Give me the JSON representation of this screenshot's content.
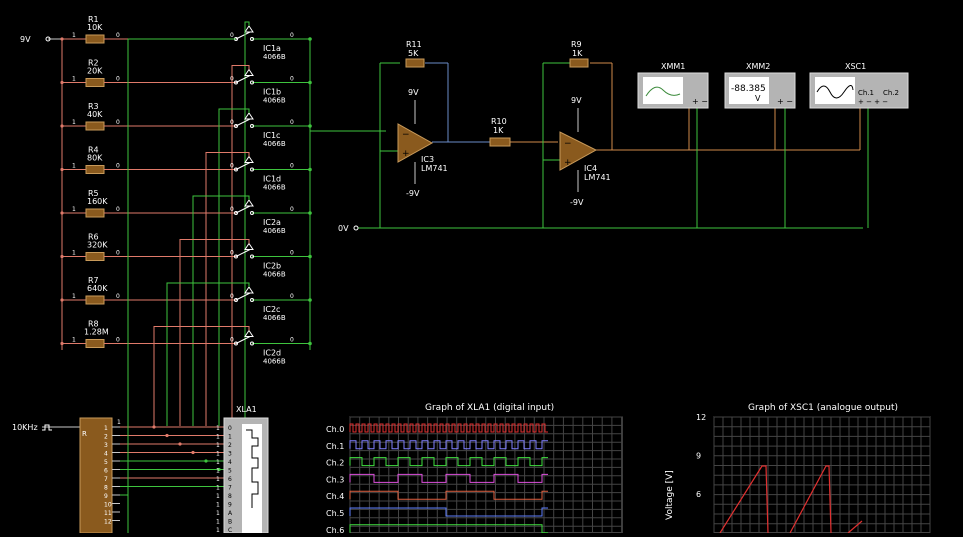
{
  "colors": {
    "background": "#000000",
    "wire_red": "#e07a6a",
    "wire_green": "#3ec43e",
    "wire_white": "#c8c8c8",
    "wire_blue": "#6a8cc8",
    "wire_orange": "#d08a4a",
    "resistor": "#8a5a1e",
    "opamp": "#8a5a1e",
    "chip": "#8a5a1e",
    "instrument": "#b4b4b4",
    "grid": "#888888",
    "trace_red": "#e03030"
  },
  "supply": {
    "vplus": "9V",
    "ground": "0V",
    "clock": "10KHz"
  },
  "resistors": [
    {
      "name": "R1",
      "value": "10K"
    },
    {
      "name": "R2",
      "value": "20K"
    },
    {
      "name": "R3",
      "value": "40K"
    },
    {
      "name": "R4",
      "value": "80K"
    },
    {
      "name": "R5",
      "value": "160K"
    },
    {
      "name": "R6",
      "value": "320K"
    },
    {
      "name": "R7",
      "value": "640K"
    },
    {
      "name": "R8",
      "value": "1.28M"
    }
  ],
  "switches": [
    {
      "name": "IC1a",
      "part": "4066B"
    },
    {
      "name": "IC1b",
      "part": "4066B"
    },
    {
      "name": "IC1c",
      "part": "4066B"
    },
    {
      "name": "IC1d",
      "part": "4066B"
    },
    {
      "name": "IC2a",
      "part": "4066B"
    },
    {
      "name": "IC2b",
      "part": "4066B"
    },
    {
      "name": "IC2c",
      "part": "4066B"
    },
    {
      "name": "IC2d",
      "part": "4066B"
    }
  ],
  "feedback": [
    {
      "name": "R11",
      "value": "5K"
    },
    {
      "name": "R9",
      "value": "1K"
    },
    {
      "name": "R10",
      "value": "1K"
    }
  ],
  "opamps": [
    {
      "name": "IC3",
      "part": "LM741",
      "vpos": "9V",
      "vneg": "-9V"
    },
    {
      "name": "IC4",
      "part": "LM741",
      "vpos": "9V",
      "vneg": "-9V"
    }
  ],
  "instruments": [
    {
      "name": "XMM1"
    },
    {
      "name": "XMM2",
      "readout": "-88.385",
      "unit": "V"
    },
    {
      "name": "XSC1",
      "ch1": "Ch.1",
      "ch2": "Ch.2"
    }
  ],
  "xla": {
    "name": "XLA1",
    "pins": [
      "0",
      "1",
      "2",
      "3",
      "4",
      "5",
      "6",
      "7",
      "8",
      "9",
      "A",
      "B",
      "C"
    ]
  },
  "counter": {
    "left_pins": [
      "R"
    ],
    "right_pins": [
      "1",
      "2",
      "3",
      "4",
      "5",
      "6",
      "7",
      "8",
      "9",
      "10",
      "11",
      "12"
    ]
  },
  "pin_labels": {
    "one": "1",
    "zero": "0"
  },
  "graph_digital": {
    "title": "Graph of XLA1 (digital input)",
    "channels": [
      "Ch.0",
      "Ch.1",
      "Ch.2",
      "Ch.3",
      "Ch.4",
      "Ch.5",
      "Ch.6"
    ],
    "channel_colors": [
      "#e03030",
      "#8080ff",
      "#40e040",
      "#e050e0",
      "#e06040",
      "#6080ff",
      "#40e040"
    ]
  },
  "chart_data": {
    "type": "line",
    "title": "Graph of XSC1 (analogue output)",
    "ylabel": "Voltage [V]",
    "xlabel": "",
    "yticks": [
      "12",
      "9",
      "6"
    ],
    "ylim": [
      0,
      12
    ],
    "grid": true,
    "series": [
      {
        "values": []
      }
    ]
  }
}
